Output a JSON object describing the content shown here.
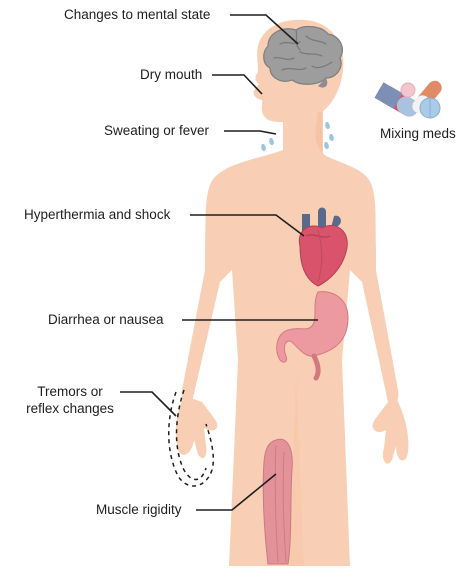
{
  "labels": {
    "mental_state": "Changes to mental state",
    "dry_mouth": "Dry mouth",
    "sweating": "Sweating or fever",
    "hyperthermia": "Hyperthermia and shock",
    "diarrhea": "Diarrhea or nausea",
    "tremors_line1": "Tremors or",
    "tremors_line2": "reflex changes",
    "rigidity": "Muscle rigidity",
    "mixing_meds": "Mixing meds"
  },
  "colors": {
    "skin": "#f8cfb4",
    "skin_shade": "#f3bc9c",
    "brain": "#9d9d9d",
    "heart": "#d9546a",
    "stomach": "#ec9aa0",
    "muscle": "#e3929a",
    "leader": "#1e1e1e"
  },
  "icons": [
    "brain-icon",
    "heart-icon",
    "stomach-icon",
    "muscle-icon",
    "pill-icon",
    "tablet-icon",
    "sweat-drop-icon"
  ]
}
